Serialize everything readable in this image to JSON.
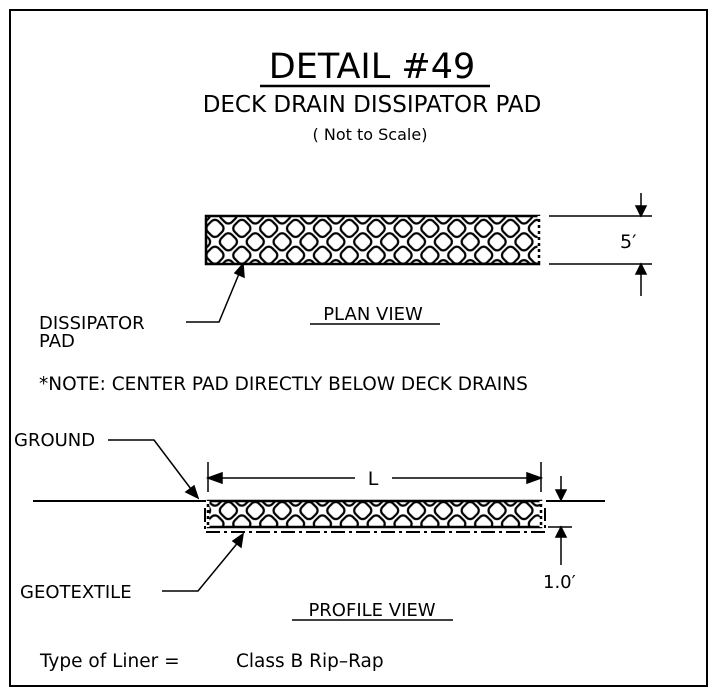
{
  "title": "DETAIL #49",
  "subtitle": "DECK DRAIN DISSIPATOR PAD",
  "scale_note": "( Not to Scale)",
  "plan": {
    "dimension": "5′",
    "view_label": "PLAN VIEW",
    "pad_label_line1": "DISSIPATOR",
    "pad_label_line2": "PAD"
  },
  "note": "*NOTE: CENTER PAD DIRECTLY BELOW DECK DRAINS",
  "profile": {
    "ground_label": "GROUND",
    "length_label": "L",
    "thickness": "1.0′",
    "geotextile_label": "GEOTEXTILE",
    "view_label": "PROFILE VIEW"
  },
  "liner": {
    "label": "Type of Liner =",
    "value": "Class B Rip–Rap"
  }
}
